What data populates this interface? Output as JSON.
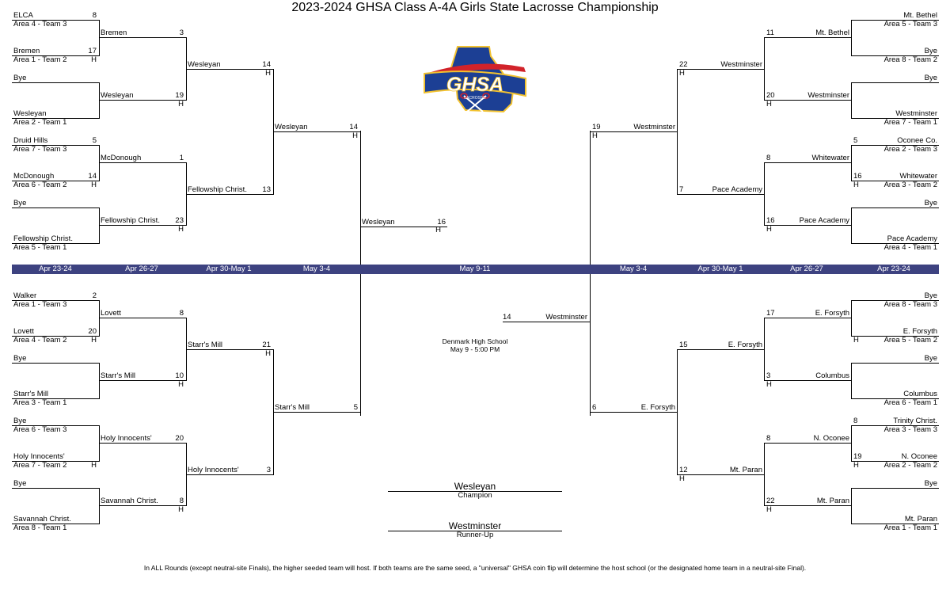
{
  "title": "2023-2024 GHSA Class A-4A Girls State Lacrosse Championship",
  "colors": {
    "band": "#3d4280",
    "logo_blue": "#1c3f94",
    "logo_red": "#d2232a",
    "logo_gold": "#f2c230"
  },
  "logo": {
    "text": "GHSA",
    "subtext": "LACROSSE"
  },
  "dates": {
    "left": [
      "Apr 23-24",
      "Apr 26-27",
      "Apr 30-May 1",
      "May 3-4"
    ],
    "center": "May 9-11",
    "right": [
      "May 3-4",
      "Apr 30-May 1",
      "Apr 26-27",
      "Apr 23-24"
    ]
  },
  "final": {
    "left_team": "Wesleyan",
    "left_score": "16",
    "left_host": "H",
    "right_team": "Westminster",
    "right_score": "14",
    "venue": "Denmark High School",
    "time": "May 9 - 5:00 PM"
  },
  "champion": {
    "name": "Wesleyan",
    "label": "Champion"
  },
  "runner_up": {
    "name": "Westminster",
    "label": "Runner-Up"
  },
  "footnote": "In ALL Rounds (except neutral-site Finals), the higher seeded team will host. If both teams are the same seed, a \"universal\" GHSA coin flip will determine the host school (or the designated home team in a neutral-site Final).",
  "left_top": {
    "r1": [
      {
        "a": "ELCA",
        "a_seed": "Area 4 - Team 3",
        "a_score": "8",
        "b": "Bremen",
        "b_seed": "Area 1 - Team 2",
        "b_score": "17",
        "b_host": "H"
      },
      {
        "a": "Bye",
        "a_seed": "",
        "a_score": "",
        "b": "Wesleyan",
        "b_seed": "Area 2 - Team 1",
        "b_score": "",
        "b_host": ""
      },
      {
        "a": "Druid Hills",
        "a_seed": "Area 7 - Team 3",
        "a_score": "5",
        "b": "McDonough",
        "b_seed": "Area 6 - Team 2",
        "b_score": "14",
        "b_host": "H"
      },
      {
        "a": "Bye",
        "a_seed": "",
        "a_score": "",
        "b": "Fellowship Christ.",
        "b_seed": "Area 5 - Team 1",
        "b_score": "",
        "b_host": ""
      }
    ],
    "r2": [
      {
        "team": "Bremen",
        "score": "3",
        "host": ""
      },
      {
        "team": "Wesleyan",
        "score": "19",
        "host": "H"
      },
      {
        "team": "McDonough",
        "score": "1",
        "host": ""
      },
      {
        "team": "Fellowship Christ.",
        "score": "23",
        "host": "H"
      }
    ],
    "r3": [
      {
        "team": "Wesleyan",
        "score": "14",
        "host": "H"
      },
      {
        "team": "Fellowship Christ.",
        "score": "13",
        "host": ""
      }
    ],
    "r4": {
      "team": "Wesleyan",
      "score": "14",
      "host": "H"
    }
  },
  "left_bottom": {
    "r1": [
      {
        "a": "Walker",
        "a_seed": "Area 1 - Team 3",
        "a_score": "2",
        "b": "Lovett",
        "b_seed": "Area 4 - Team 2",
        "b_score": "20",
        "b_host": "H"
      },
      {
        "a": "Bye",
        "a_seed": "",
        "a_score": "",
        "b": "Starr's Mill",
        "b_seed": "Area 3 - Team 1",
        "b_score": "",
        "b_host": ""
      },
      {
        "a": "Bye",
        "a_seed": "Area 6 - Team 3",
        "a_score": "",
        "b": "Holy Innocents'",
        "b_seed": "Area 7 - Team 2",
        "b_score": "",
        "b_host": "H"
      },
      {
        "a": "Bye",
        "a_seed": "",
        "a_score": "",
        "b": "Savannah Christ.",
        "b_seed": "Area 8 - Team 1",
        "b_score": "",
        "b_host": ""
      }
    ],
    "r2": [
      {
        "team": "Lovett",
        "score": "8",
        "host": ""
      },
      {
        "team": "Starr's Mill",
        "score": "10",
        "host": "H"
      },
      {
        "team": "Holy Innocents'",
        "score": "20",
        "host": ""
      },
      {
        "team": "Savannah Christ.",
        "score": "8",
        "host": "H"
      }
    ],
    "r3": [
      {
        "team": "Starr's Mill",
        "score": "21",
        "host": "H"
      },
      {
        "team": "Holy Innocents'",
        "score": "3",
        "host": ""
      }
    ],
    "r4": {
      "team": "Starr's Mill",
      "score": "5",
      "host": ""
    }
  },
  "right_top": {
    "r1": [
      {
        "a": "Mt. Bethel",
        "a_seed": "Area 5 - Team 3",
        "a_score": "",
        "b": "Bye",
        "b_seed": "Area 8 - Team 2",
        "b_score": "",
        "b_host": ""
      },
      {
        "a": "Bye",
        "a_seed": "",
        "a_score": "",
        "b": "Westminster",
        "b_seed": "Area 7 - Team 1",
        "b_score": "",
        "b_host": ""
      },
      {
        "a": "Oconee Co.",
        "a_seed": "Area 2 - Team 3",
        "a_score": "5",
        "b": "Whitewater",
        "b_seed": "Area 3 - Team 2",
        "b_score": "16",
        "b_host": "H"
      },
      {
        "a": "Bye",
        "a_seed": "",
        "a_score": "",
        "b": "Pace Academy",
        "b_seed": "Area 4 - Team 1",
        "b_score": "",
        "b_host": ""
      }
    ],
    "r2": [
      {
        "team": "Mt. Bethel",
        "score": "11",
        "host": ""
      },
      {
        "team": "Westminster",
        "score": "20",
        "host": "H"
      },
      {
        "team": "Whitewater",
        "score": "8",
        "host": ""
      },
      {
        "team": "Pace Academy",
        "score": "16",
        "host": "H"
      }
    ],
    "r3": [
      {
        "team": "Westminster",
        "score": "22",
        "host": "H"
      },
      {
        "team": "Pace Academy",
        "score": "7",
        "host": ""
      }
    ],
    "r4": {
      "team": "Westminster",
      "score": "19",
      "host": "H"
    }
  },
  "right_bottom": {
    "r1": [
      {
        "a": "Bye",
        "a_seed": "Area 8 - Team 3",
        "a_score": "",
        "b": "E. Forsyth",
        "b_seed": "Area 5 - Team 2",
        "b_score": "",
        "b_host": "H"
      },
      {
        "a": "Bye",
        "a_seed": "",
        "a_score": "",
        "b": "Columbus",
        "b_seed": "Area 6 - Team 1",
        "b_score": "",
        "b_host": ""
      },
      {
        "a": "Trinity Christ.",
        "a_seed": "Area 3 - Team 3",
        "a_score": "8",
        "b": "N. Oconee",
        "b_seed": "Area 2 - Team 2",
        "b_score": "19",
        "b_host": "H"
      },
      {
        "a": "Bye",
        "a_seed": "",
        "a_score": "",
        "b": "Mt. Paran",
        "b_seed": "Area 1 - Team 1",
        "b_score": "",
        "b_host": ""
      }
    ],
    "r2": [
      {
        "team": "E. Forsyth",
        "score": "17",
        "host": ""
      },
      {
        "team": "Columbus",
        "score": "3",
        "host": "H"
      },
      {
        "team": "N. Oconee",
        "score": "8",
        "host": ""
      },
      {
        "team": "Mt. Paran",
        "score": "22",
        "host": "H"
      }
    ],
    "r3": [
      {
        "team": "E. Forsyth",
        "score": "15",
        "host": ""
      },
      {
        "team": "Mt. Paran",
        "score": "12",
        "host": "H"
      }
    ],
    "r4": {
      "team": "E. Forsyth",
      "score": "6",
      "host": ""
    }
  }
}
